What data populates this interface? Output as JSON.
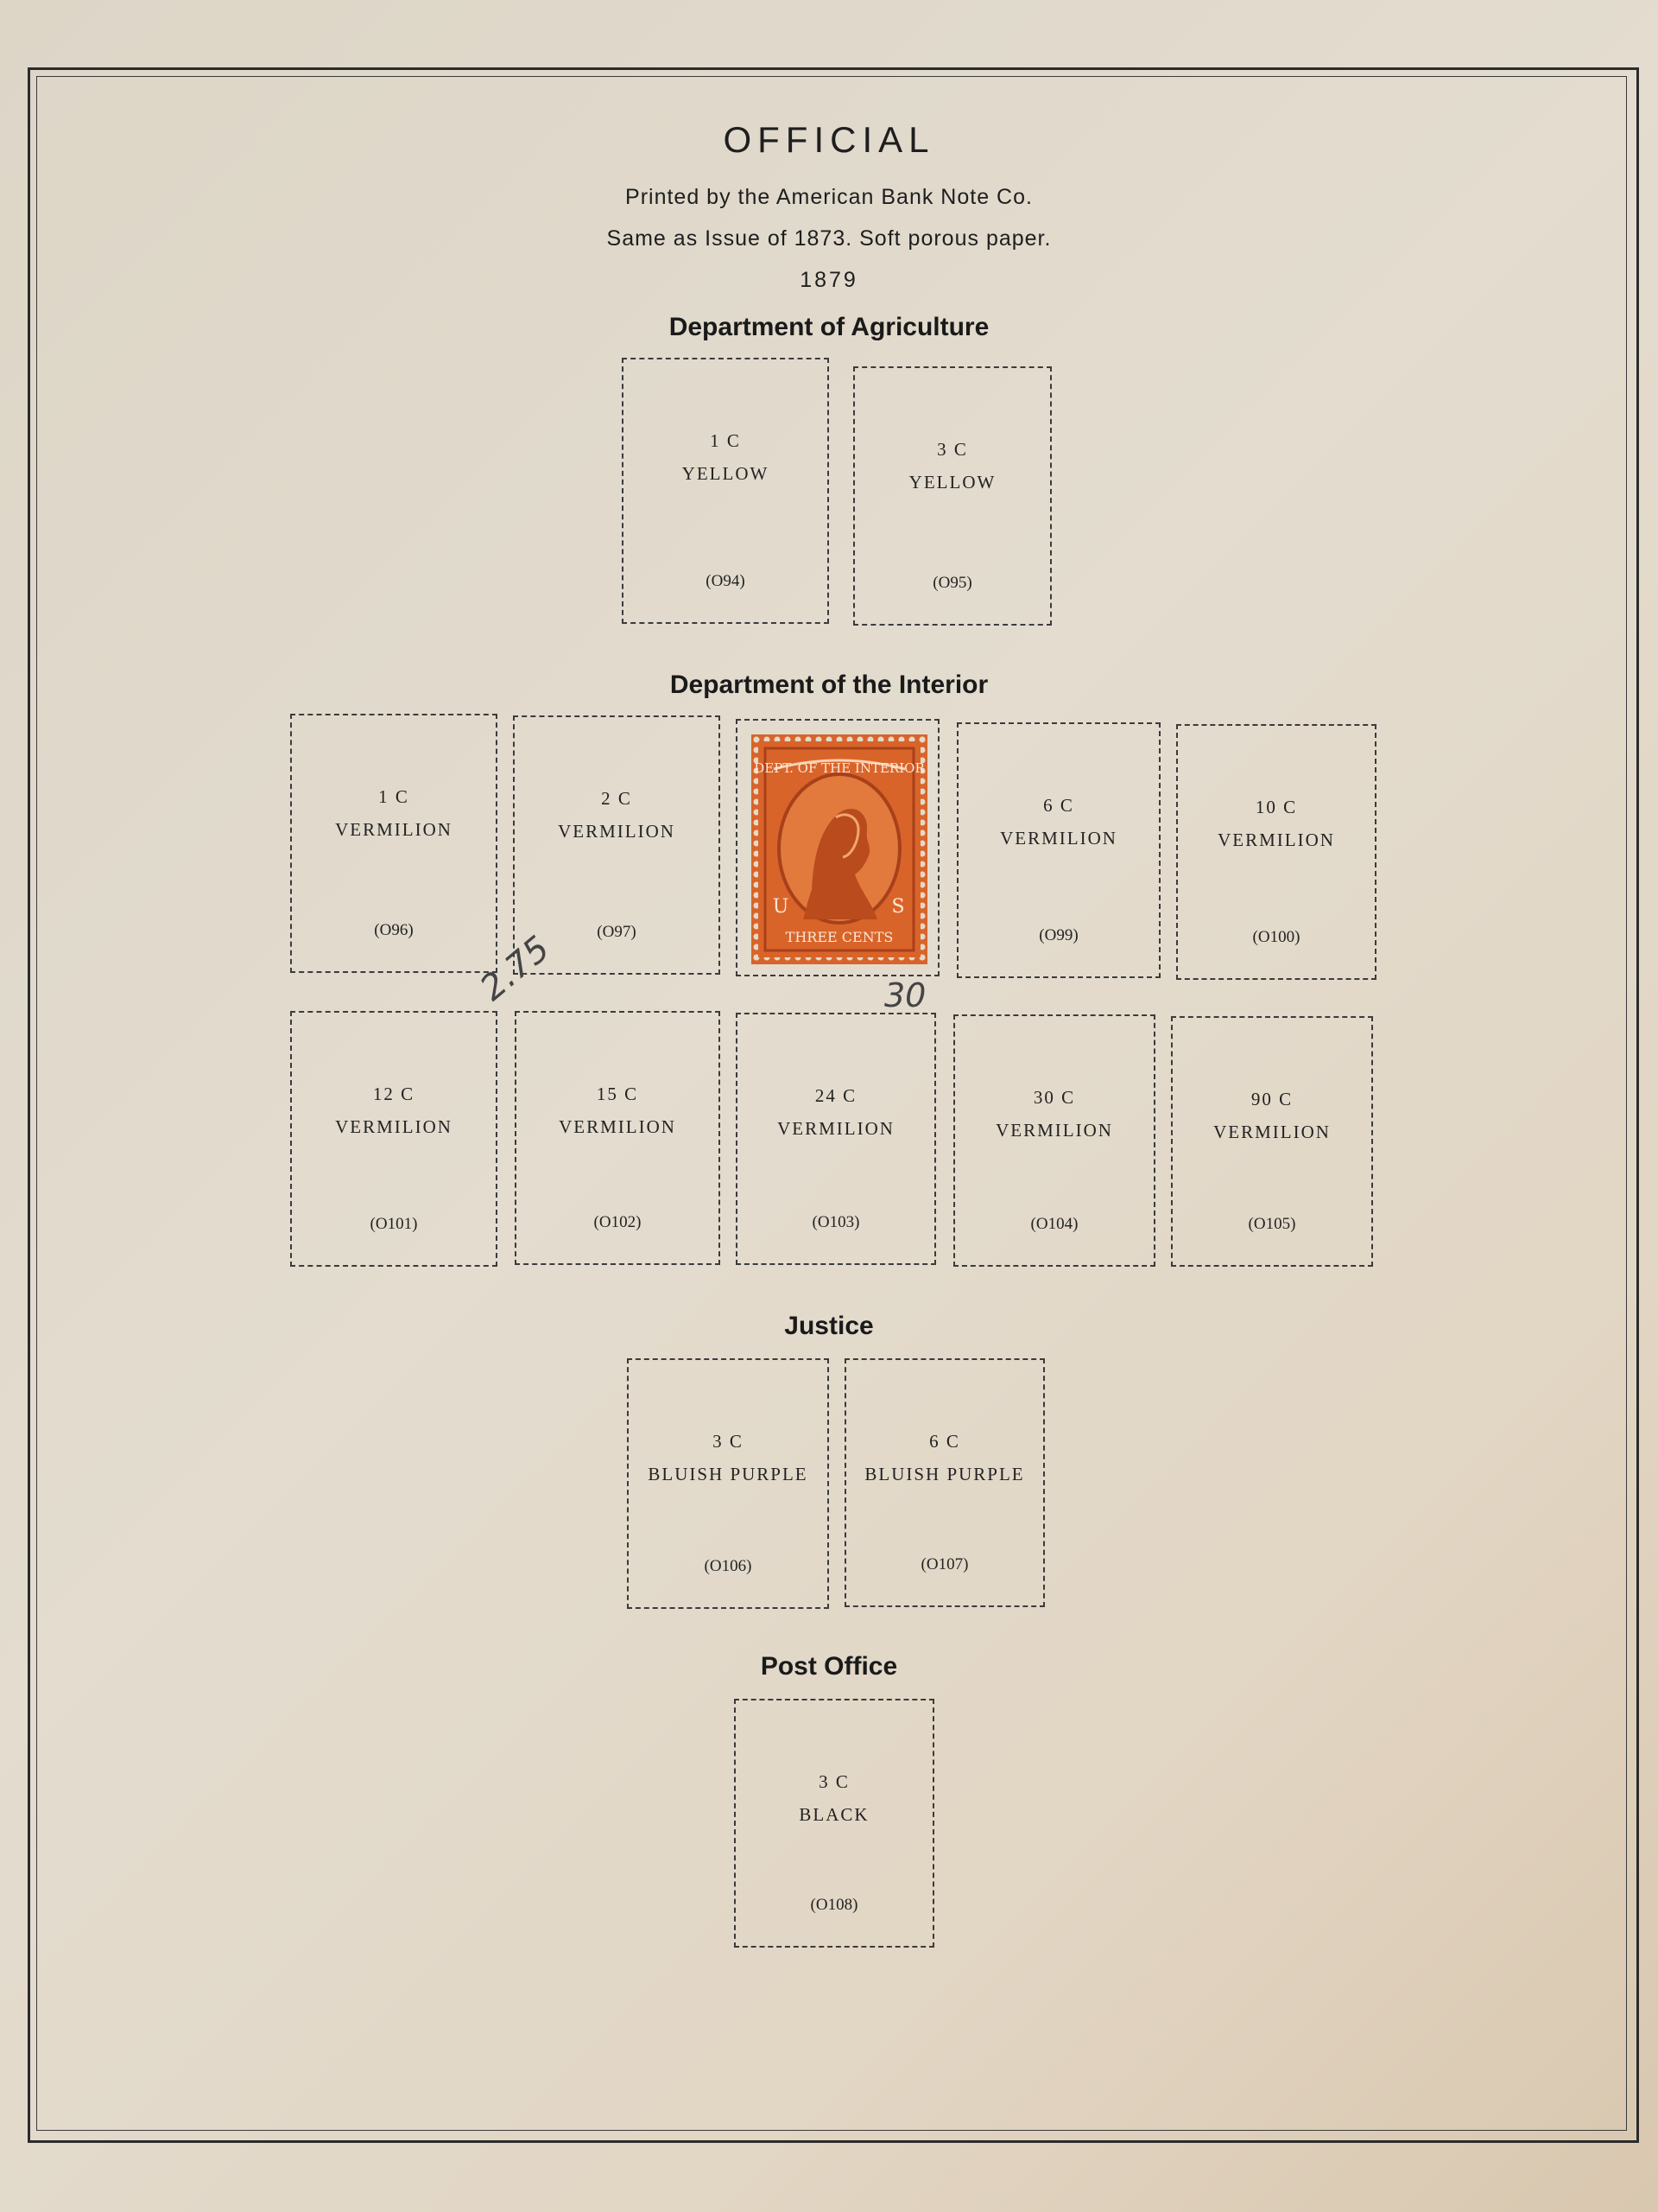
{
  "header": {
    "title": "OFFICIAL",
    "line1": "Printed by the American Bank Note Co.",
    "line2": "Same as Issue of 1873. Soft porous paper.",
    "year": "1879"
  },
  "sections": {
    "agriculture": "Department of Agriculture",
    "interior": "Department of the Interior",
    "justice": "Justice",
    "post_office": "Post Office"
  },
  "stamps": {
    "o94": {
      "value": "1 C",
      "color": "YELLOW",
      "catalog": "(O94)"
    },
    "o95": {
      "value": "3 C",
      "color": "YELLOW",
      "catalog": "(O95)"
    },
    "o96": {
      "value": "1 C",
      "color": "VERMILION",
      "catalog": "(O96)"
    },
    "o97": {
      "value": "2 C",
      "color": "VERMILION",
      "catalog": "(O97)"
    },
    "o98": {
      "stamp_text_top": "DEPT. OF THE INTERIOR",
      "stamp_text_bottom": "THREE CENTS",
      "stamp_color": "#d9642a"
    },
    "o99": {
      "value": "6 C",
      "color": "VERMILION",
      "catalog": "(O99)"
    },
    "o100": {
      "value": "10 C",
      "color": "VERMILION",
      "catalog": "(O100)"
    },
    "o101": {
      "value": "12 C",
      "color": "VERMILION",
      "catalog": "(O101)"
    },
    "o102": {
      "value": "15 C",
      "color": "VERMILION",
      "catalog": "(O102)"
    },
    "o103": {
      "value": "24 C",
      "color": "VERMILION",
      "catalog": "(O103)"
    },
    "o104": {
      "value": "30 C",
      "color": "VERMILION",
      "catalog": "(O104)"
    },
    "o105": {
      "value": "90 C",
      "color": "VERMILION",
      "catalog": "(O105)"
    },
    "o106": {
      "value": "3 C",
      "color": "BLUISH PURPLE",
      "catalog": "(O106)"
    },
    "o107": {
      "value": "6 C",
      "color": "BLUISH PURPLE",
      "catalog": "(O107)"
    },
    "o108": {
      "value": "3 C",
      "color": "BLACK",
      "catalog": "(O108)"
    }
  },
  "pencil_notes": {
    "note1": "2.75",
    "note2": "30"
  },
  "colors": {
    "paper": "#e2dacb",
    "ink": "#1e1e1e",
    "stamp_orange": "#d9642a"
  }
}
